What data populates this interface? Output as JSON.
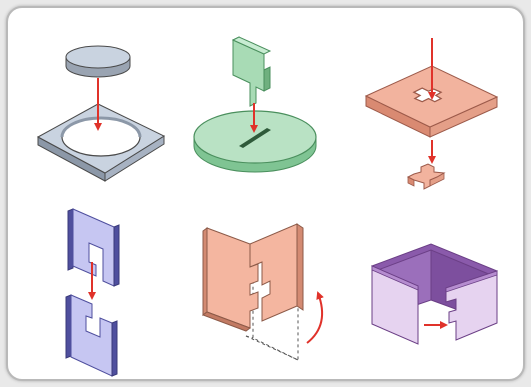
{
  "figure": {
    "panels": [
      {
        "name": "disc-into-round-hole",
        "fill": "#c9d3e0",
        "edge": "#6f7c8c"
      },
      {
        "name": "t-tab-into-slot",
        "fill": "#b9e2c4",
        "edge": "#4a8f5d"
      },
      {
        "name": "cross-key-through-plate",
        "fill": "#f2b39e",
        "edge": "#9c5a4a"
      },
      {
        "name": "hook-slot-interlock",
        "fill": "#c6c6f2",
        "edge": "#4f4f9e"
      },
      {
        "name": "folding-slot-joint",
        "fill": "#f4b6a0",
        "edge": "#8c5a48"
      },
      {
        "name": "box-corner-tab-joint",
        "fill": "#e6d3f0",
        "edge": "#6b3f86"
      }
    ],
    "colors": {
      "arrow": "#e0322a",
      "outline": "#4a4a4a",
      "dashed": "#555555",
      "frame_border": "#b9b9b9",
      "background": "#ffffff"
    }
  }
}
